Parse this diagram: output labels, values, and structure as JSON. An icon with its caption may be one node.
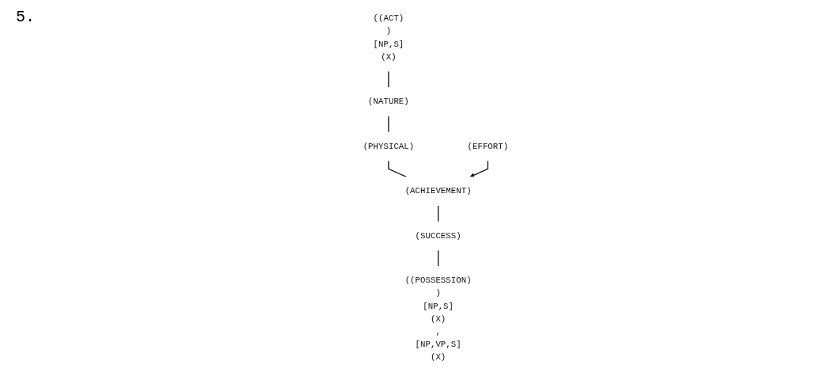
{
  "diagram": {
    "nodes": [
      {
        "text": [
          "((ACT)",
          ")",
          "[NP,S]",
          "(X)"
        ]
      },
      {
        "text": [
          "(NATURE)"
        ]
      },
      {
        "text": [
          "(PHYSICAL)"
        ]
      },
      {
        "text": [
          "(ACHIEVEMENT)"
        ]
      },
      {
        "text": [
          "(EFFORT)"
        ]
      },
      {
        "text": [
          "(SUCCESS)"
        ]
      },
      {
        "text": [
          "((POSSESSION)",
          ")",
          "[NP,S]",
          "(X)",
          ",",
          "[NP,VP,S]",
          "(X)"
        ]
      }
    ],
    "edges": [
      {
        "from": 0,
        "to": 1,
        "arrow": "none"
      },
      {
        "from": 1,
        "to": 2,
        "arrow": "none"
      },
      {
        "from": 2,
        "to": 3,
        "arrow": "none"
      },
      {
        "from": 4,
        "to": 3,
        "arrow": "to"
      },
      {
        "from": 3,
        "to": 5,
        "arrow": "none"
      },
      {
        "from": 5,
        "to": 6,
        "arrow": "none"
      }
    ],
    "labels": [
      "5."
    ]
  }
}
